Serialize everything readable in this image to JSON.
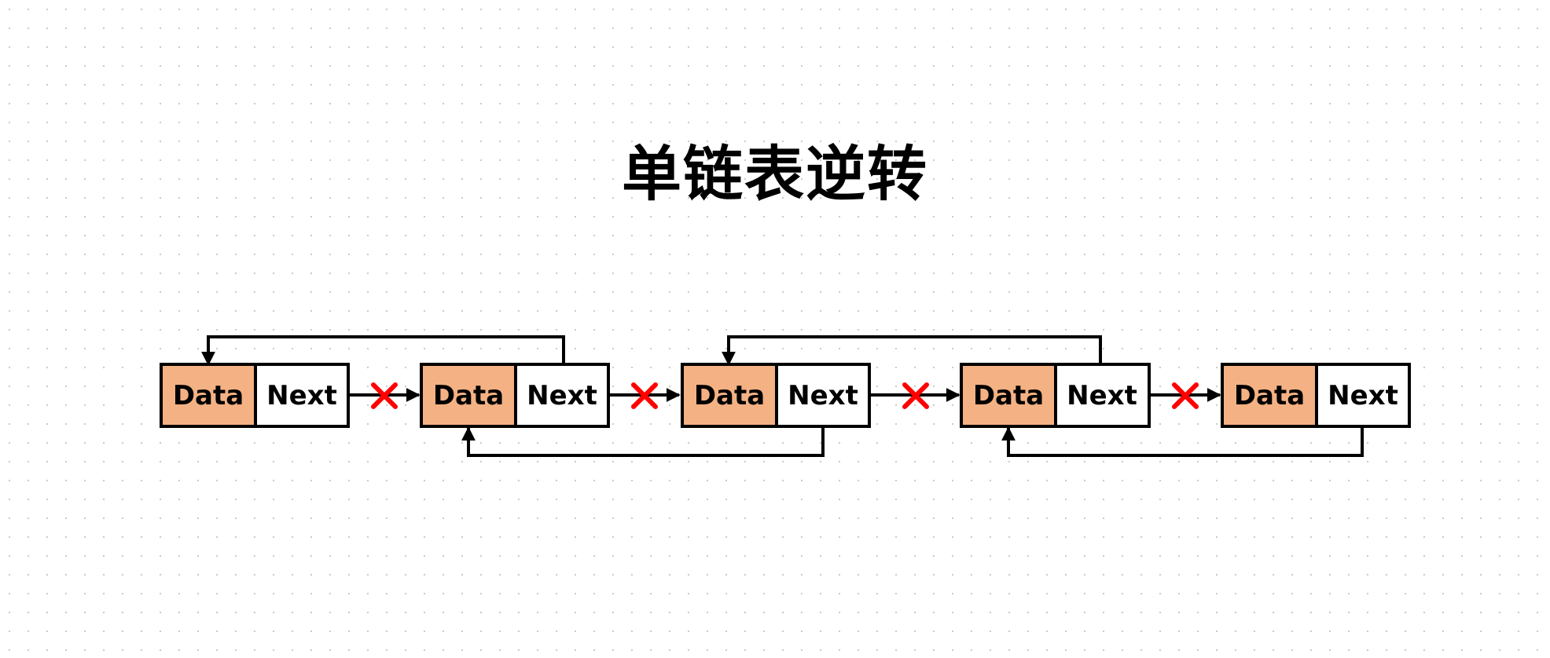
{
  "title": "单链表逆转",
  "colors": {
    "data_cell": "#f4b183",
    "next_cell": "#ffffff",
    "border": "#000000",
    "cross": "#ff0000"
  },
  "icons": [
    "cross-icon",
    "arrow-head-icon"
  ],
  "nodes": [
    {
      "data_label": "Data",
      "next_label": "Next"
    },
    {
      "data_label": "Data",
      "next_label": "Next"
    },
    {
      "data_label": "Data",
      "next_label": "Next"
    },
    {
      "data_label": "Data",
      "next_label": "Next"
    },
    {
      "data_label": "Data",
      "next_label": "Next"
    }
  ]
}
